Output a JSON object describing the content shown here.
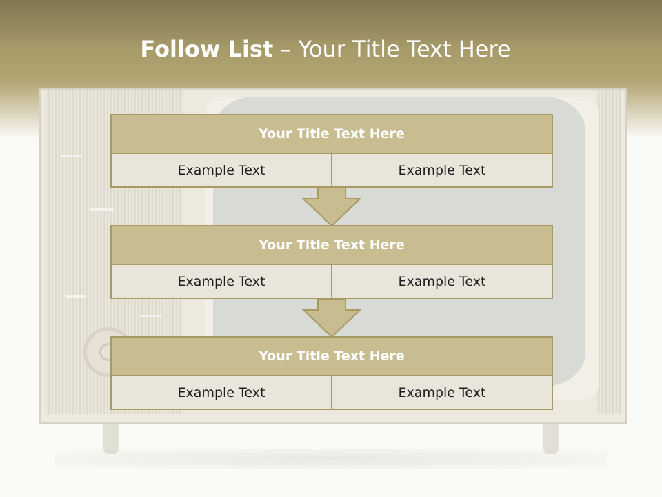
{
  "slide": {
    "title_bold": "Follow List",
    "title_rest": " – Your Title Text Here"
  },
  "steps": [
    {
      "title": "Your Title Text Here",
      "left": "Example Text",
      "right": "Example Text"
    },
    {
      "title": "Your Title Text Here",
      "left": "Example Text",
      "right": "Example Text"
    },
    {
      "title": "Your Title Text Here",
      "left": "Example Text",
      "right": "Example Text"
    }
  ],
  "colors": {
    "header_dark": "#7f7651",
    "box_title_fill": "#c8bc91",
    "box_cell_fill": "#e8e5da",
    "box_border": "#a89a63",
    "arrow_fill": "#c8bc91"
  },
  "icons": {
    "arrow": "down-arrow-icon",
    "background": "vintage-tv-illustration"
  }
}
